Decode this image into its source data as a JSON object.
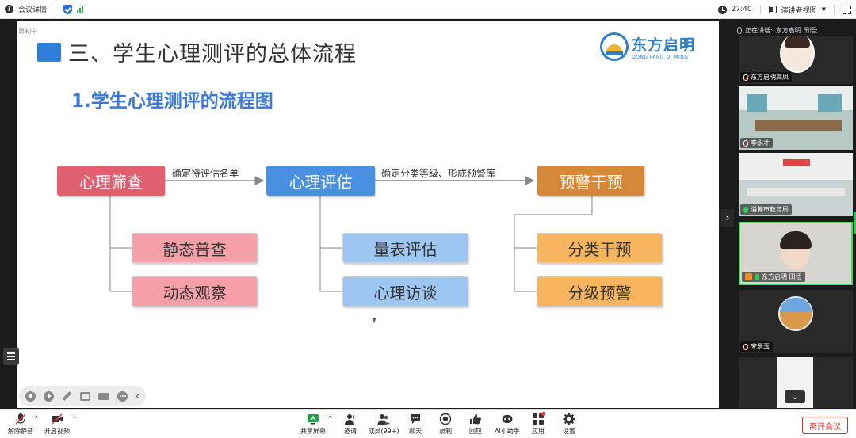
{
  "topbar": {
    "meeting_details_label": "会议详情",
    "time": "27:40",
    "view_mode_label": "演讲者视图"
  },
  "slide": {
    "recording_label": "录制中",
    "title": "三、学生心理测评的总体流程",
    "subtitle": "1.学生心理测评的流程图",
    "logo": {
      "cn": "东方启明",
      "en": "DONG FANG QI MING"
    },
    "flow": {
      "main": [
        {
          "label": "心理筛查",
          "color": "#e06070"
        },
        {
          "label": "心理评估",
          "color": "#4a90e0"
        },
        {
          "label": "预警干预",
          "color": "#d48838"
        }
      ],
      "arrows": [
        {
          "label": "确定待评估名单"
        },
        {
          "label": "确定分类等级、形成预警库"
        }
      ],
      "subs": [
        [
          "静态普查",
          "动态观察"
        ],
        [
          "量表评估",
          "心理访谈"
        ],
        [
          "分类干预",
          "分级预警"
        ]
      ]
    }
  },
  "panel": {
    "speaking_label": "正在讲话:",
    "speaking_names": "东方启明  田悟;",
    "participants": [
      {
        "name": "东方启明高凤"
      },
      {
        "name": "李永才"
      },
      {
        "name": "淄博市教育局"
      },
      {
        "name": "东方启明  田悟"
      },
      {
        "name": "宋景玉"
      }
    ]
  },
  "toolbar": {
    "unmute": "解除静音",
    "start_video": "开启视频",
    "share_screen": "共享屏幕",
    "invite": "邀请",
    "members": "成员(99+)",
    "chat": "聊天",
    "record": "录制",
    "reply": "回应",
    "ai_assistant": "AI小助手",
    "apps": "应用",
    "settings": "设置",
    "leave": "离开会议"
  },
  "colors": {
    "accent_blue": "#2f7ed8",
    "leave_red": "#d9302a",
    "active_green": "#4cd964"
  }
}
